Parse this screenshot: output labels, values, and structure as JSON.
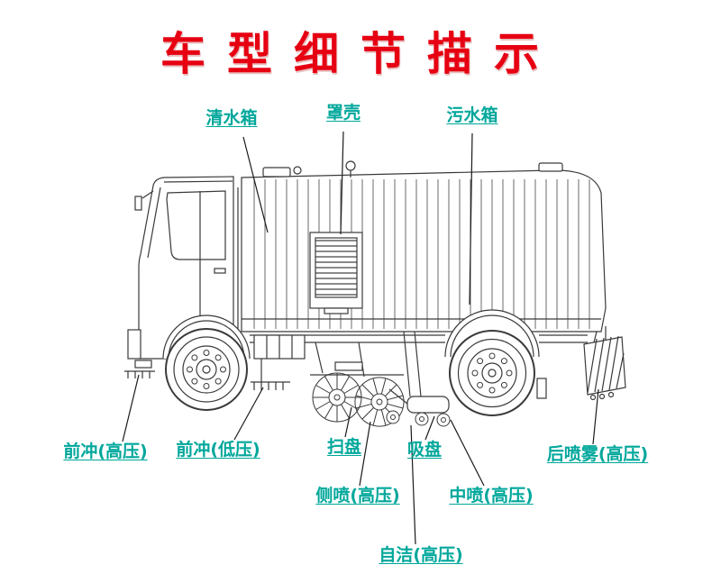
{
  "title": "车型细节描示",
  "colors": {
    "title_red": "#e60012",
    "label_teal": "#00a79b",
    "line_dark": "#3a3a3a"
  },
  "labels": {
    "clean_water_tank": "清水箱",
    "cover": "罩壳",
    "sewage_tank": "污水箱",
    "front_flush_high": "前冲(高压)",
    "front_flush_low": "前冲(低压)",
    "sweep_disc": "扫盘",
    "suction_disc": "吸盘",
    "rear_spray_high": "后喷雾(高压)",
    "side_spray_high": "侧喷(高压)",
    "middle_spray_high": "中喷(高压)",
    "self_clean_high": "自洁(高压)"
  }
}
